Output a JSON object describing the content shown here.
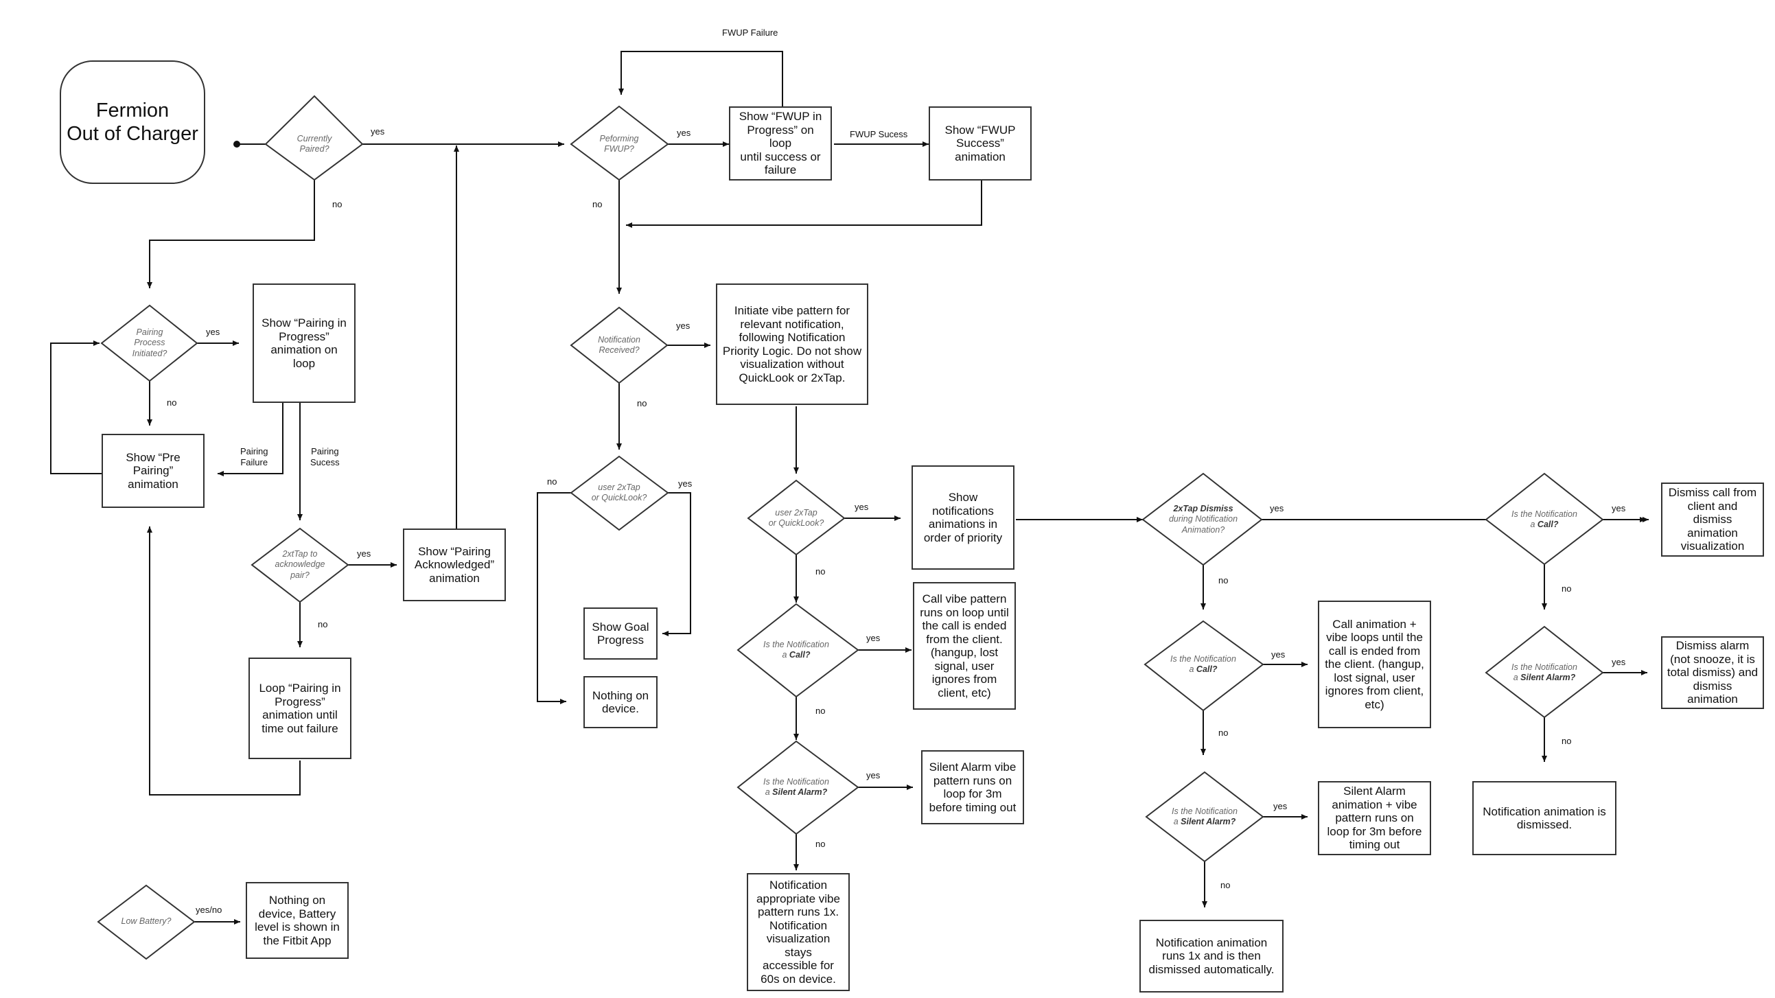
{
  "start": {
    "title": "Fermion\nOut of Charger"
  },
  "diamonds": {
    "currently_paired": "Currently\nPaired?",
    "pairing_initiated": "Pairing\nProcess\nInitiated?",
    "tap_ack_pair": "2xtTap to\nacknowledge\npair?",
    "performing_fwup": "Peforming\nFWUP?",
    "notification_received": "Notification\nReceived?",
    "user_tap_1": "user 2xTap\nor QuickLook?",
    "user_tap_2": "user 2xTap\nor QuickLook?",
    "is_call_1_pre": "Is the Notification\na ",
    "is_call_1_bold": "Call?",
    "is_silent_1_pre": "Is the Notification\na ",
    "is_silent_1_bold": "Silent Alarm?",
    "dismiss_bold": "2xTap Dismiss",
    "dismiss_rest": "during Notification\nAnimation?",
    "is_call_2_pre": "Is the Notification\na ",
    "is_call_2_bold": "Call?",
    "is_silent_2_pre": "Is the Notification\na ",
    "is_silent_2_bold": "Silent Alarm?",
    "is_call_3_pre": "Is the Notification\na ",
    "is_call_3_bold": "Call?",
    "is_silent_3_pre": "Is the Notification\na ",
    "is_silent_3_bold": "Silent Alarm?",
    "low_battery": "Low Battery?"
  },
  "boxes": {
    "pairing_in_progress": "Show “Pairing in\nProgress”\nanimation on loop",
    "pre_pairing": "Show “Pre\nPairing”\nanimation",
    "pairing_ack": "Show “Pairing\nAcknowledged”\nanimation",
    "loop_pairing": "Loop “Pairing in\nProgress”\nanimation until\ntime out failure",
    "low_battery": "Nothing on\ndevice, Battery\nlevel is shown in\nthe Fitbit App",
    "fwup_progress": "Show “FWUP in\nProgress” on loop\nuntil success or\nfailure",
    "fwup_success": "Show “FWUP\nSuccess”\nanimation",
    "vibe_pattern": "Initiate vibe pattern for\nrelevant notification,\nfollowing Notification\nPriority Logic. Do not show\nvisualization without\nQuickLook or 2xTap.",
    "show_goal": "Show Goal\nProgress",
    "nothing_on_device": "Nothing on\ndevice.",
    "show_notifications": "Show\nnotifications\nanimations in\norder of priority",
    "call_vibe": "Call vibe pattern\nruns on loop until\nthe call is ended\nfrom the client.\n(hangup, lost\nsignal, user\nignores from\nclient, etc)",
    "silent_vibe": "Silent Alarm vibe\npattern runs on\nloop for 3m\nbefore timing out",
    "notif_1x": "Notification\nappropriate vibe\npattern runs 1x.\nNotification\nvisualization stays\naccessible for\n60s on device.",
    "call_anim": "Call animation +\nvibe loops until  the\ncall is ended from\nthe client. (hangup,\nlost signal, user\nignores from client,\netc)",
    "silent_anim": "Silent Alarm\nanimation + vibe\npattern runs on\nloop for 3m before\ntiming out",
    "notif_dismissed_auto": "Notification animation\nruns 1x and is then\ndismissed automatically.",
    "dismiss_call": "Dismiss call from\nclient and dismiss\nanimation\nvisualization",
    "dismiss_alarm": "Dismiss alarm\n(not snooze, it is\ntotal dismiss) and\ndismiss animation",
    "notif_dismissed": "Notification animation is\ndismissed."
  },
  "labels": {
    "yes": "yes",
    "no": "no",
    "yes_no": "yes/no",
    "fwup_failure": "FWUP Failure",
    "fwup_success": "FWUP Sucess",
    "pairing_failure": "Pairing\nFailure",
    "pairing_success": "Pairing\nSucess"
  }
}
